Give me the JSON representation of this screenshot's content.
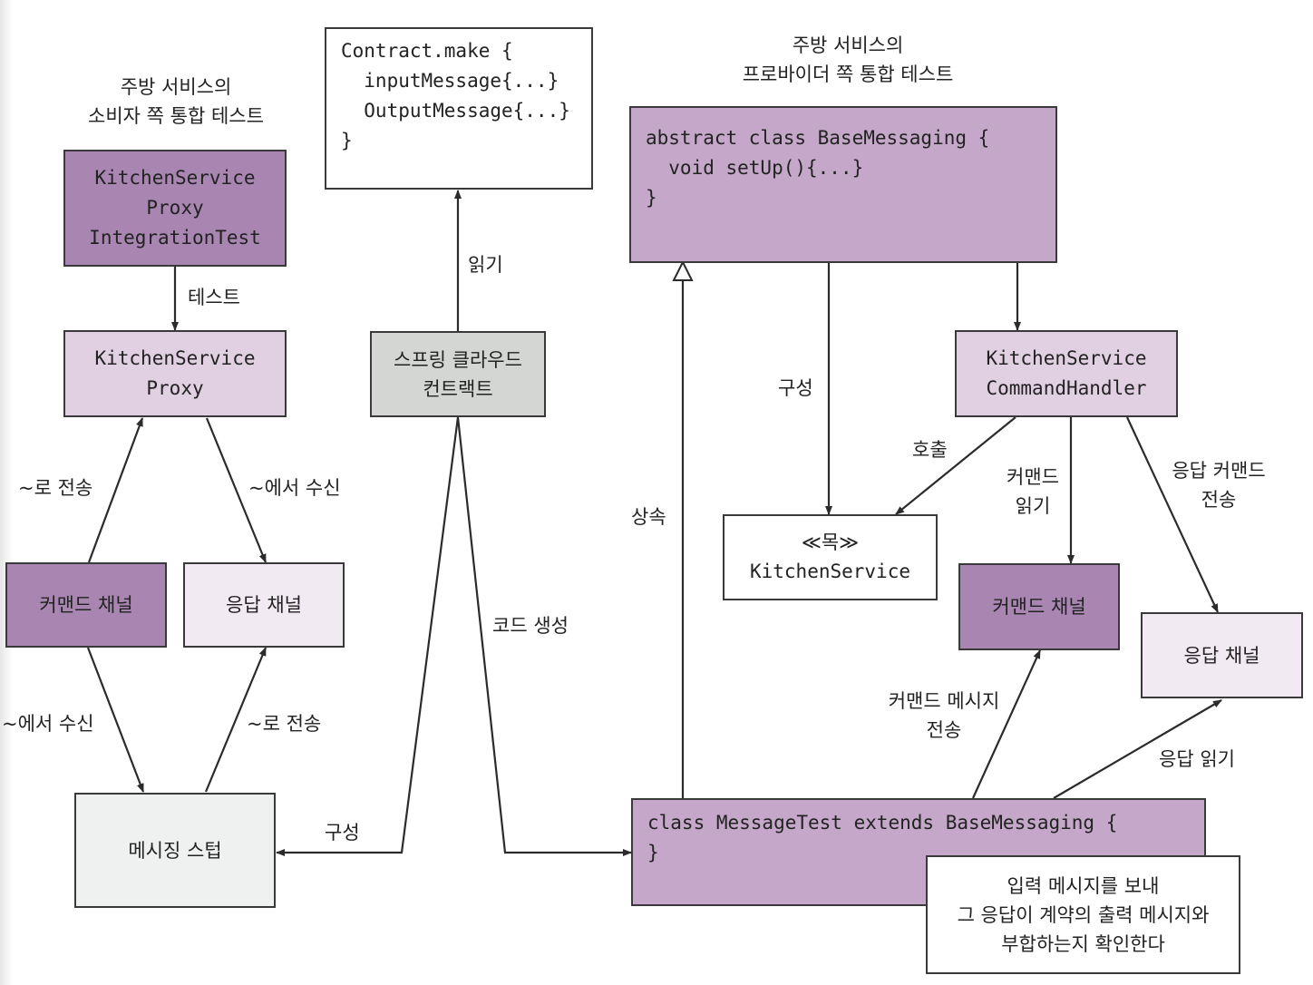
{
  "headers": {
    "consumer": [
      "주방 서비스의",
      "소비자 쪽 통합 테스트"
    ],
    "provider": [
      "주방 서비스의",
      "프로바이더 쪽 통합 테스트"
    ]
  },
  "nodes": {
    "proxy_test": [
      "KitchenService",
      "Proxy",
      "IntegrationTest"
    ],
    "proxy": [
      "KitchenService",
      "Proxy"
    ],
    "left_command_channel": "커맨드 채널",
    "left_reply_channel": "응답 채널",
    "messaging_stub": "메시징 스텁",
    "contract_code": [
      "Contract.make {",
      "  inputMessage{...}",
      "",
      "  OutputMessage{...}",
      "}"
    ],
    "spring_cloud_contract": [
      "스프링 클라우드",
      "컨트랙트"
    ],
    "base_messaging": [
      "abstract class BaseMessaging {",
      "",
      "  void setUp(){...}",
      "}"
    ],
    "command_handler": [
      "KitchenService",
      "CommandHandler"
    ],
    "mock_kitchen": [
      "≪목≫",
      "KitchenService"
    ],
    "right_command_channel": "커맨드 채널",
    "right_reply_channel": "응답 채널",
    "message_test": [
      "class MessageTest extends BaseMessaging {",
      "",
      "}"
    ],
    "note": [
      "입력 메시지를 보내",
      "그 응답이 계약의 출력 메시지와",
      "부합하는지 확인한다"
    ]
  },
  "edge_labels": {
    "test": "테스트",
    "send_to_left": "~로 전송",
    "receive_from_right": "~에서 수신",
    "receive_from_bottom": "~에서 수신",
    "send_to_bottom": "~로 전송",
    "read": "읽기",
    "code_gen": "코드 생성",
    "configure_left": "구성",
    "configure_right": "구성",
    "inherit": "상속",
    "invoke": "호출",
    "read_command": [
      "커맨드",
      "읽기"
    ],
    "send_reply_command": [
      "응답 커맨드",
      "전송"
    ],
    "send_command_message": [
      "커맨드 메시지",
      "전송"
    ],
    "read_reply": "응답 읽기"
  },
  "colors": {
    "dark_purple": "#a985b1",
    "mid_purple": "#c5a8c9",
    "light_purple": "#e1d0e2",
    "pale_purple": "#f2eaf2",
    "gray": "#d4d6d4",
    "stroke": "#3a3a3a"
  }
}
